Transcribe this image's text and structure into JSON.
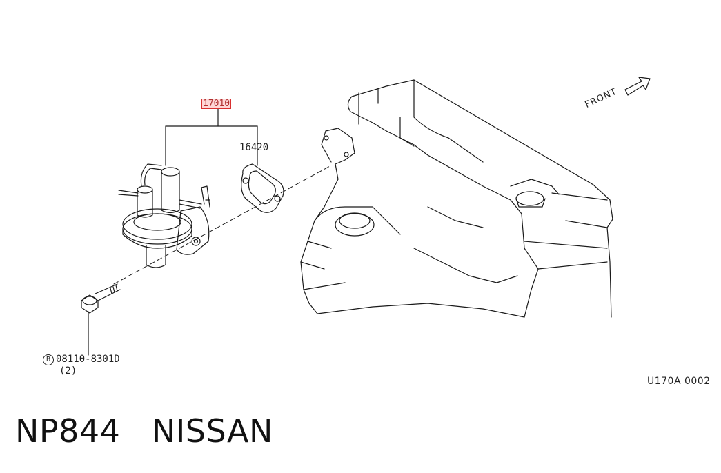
{
  "labels": {
    "part_fuel_pump": "17010",
    "part_gasket": "16420",
    "bolt_circle": "B",
    "bolt_number": "08110-8301D",
    "bolt_qty": "(2)",
    "front": "FRONT",
    "figure_code": "U170A 0002"
  },
  "caption": {
    "model": "NP844",
    "brand": "NISSAN"
  },
  "colors": {
    "line": "#1a1a1a",
    "highlight_border": "#d93030",
    "highlight_fill": "#ffd6d6"
  }
}
